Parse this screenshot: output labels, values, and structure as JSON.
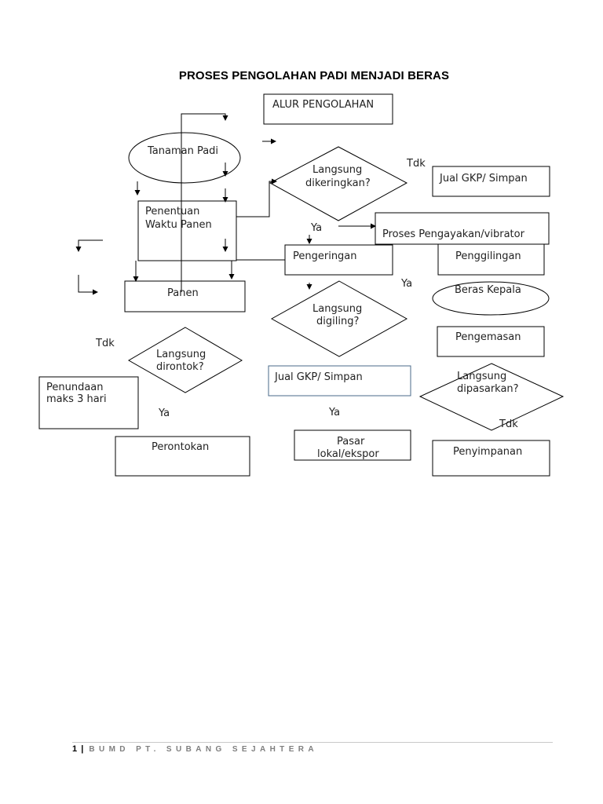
{
  "title": "PROSES PENGOLAHAN PADI MENJADI BERAS",
  "nodes": {
    "alur": "ALUR PENGOLAHAN",
    "tanaman": "Tanaman Padi",
    "penentuan_1": "Penentuan",
    "penentuan_2": "Waktu Panen",
    "panen": "Panen",
    "dirontok_1": "Langsung",
    "dirontok_2": "dirontok?",
    "penundaan_1": "Penundaan",
    "penundaan_2": "maks 3 hari",
    "perontokan": "Perontokan",
    "dikeringkan_1": "Langsung",
    "dikeringkan_2": "dikeringkan?",
    "jual_1": "Jual GKP/ Simpan",
    "pengayakan": "Proses Pengayakan/vibrator",
    "pengeringan": "Pengeringan",
    "digiling_1": "Langsung",
    "digiling_2": "digiling?",
    "jual_2": "Jual GKP/ Simpan",
    "pasar_1": "Pasar",
    "pasar_2": "lokal/ekspor",
    "penggilingan": "Penggilingan",
    "beras_kepala": "Beras Kepala",
    "pengemasan": "Pengemasan",
    "dipasarkan_1": "Langsung",
    "dipasarkan_2": "dipasarkan?",
    "penyimpanan": "Penyimpanan"
  },
  "labels": {
    "tdk_dikeringkan": "Tdk",
    "ya_dikeringkan": "Ya",
    "ya_digiling": "Ya",
    "tdk_dirontok": "Tdk",
    "ya_dirontok": "Ya",
    "ya_jual": "Ya",
    "tdk_dipasarkan": "Tdk"
  },
  "footer": {
    "page_number": "1",
    "separator": "|",
    "company": "BUMD PT. SUBANG SEJAHTERA"
  }
}
